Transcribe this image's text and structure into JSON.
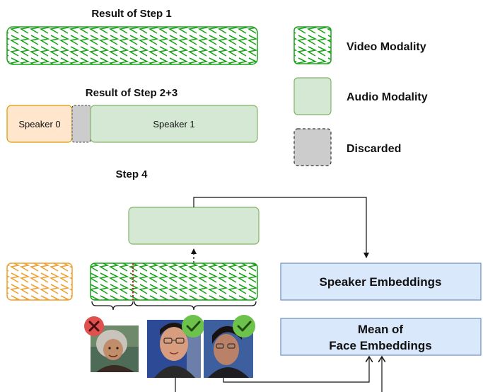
{
  "step1": {
    "title": "Result of Step 1"
  },
  "step23": {
    "title": "Result of Step 2+3",
    "speaker0": "Speaker 0",
    "speaker1": "Speaker 1"
  },
  "step4": {
    "title": "Step 4"
  },
  "legend": {
    "video": "Video Modality",
    "audio": "Audio Modality",
    "discarded": "Discarded"
  },
  "outputs": {
    "speaker_embeddings": "Speaker Embeddings",
    "face_line1": "Mean of",
    "face_line2": "Face Embeddings"
  },
  "colors": {
    "video_stroke": "#1aa31a",
    "video_other": "#f0a030",
    "audio_fill": "#d5e8d4",
    "audio_stroke": "#82b366",
    "speaker0_fill": "#ffe6cc",
    "speaker0_stroke": "#d79b00",
    "discard_fill": "#cccccc",
    "embed_fill": "#dae8fc",
    "embed_stroke": "#6c8ebf",
    "check": "#6cc24a",
    "cross": "#e0504f"
  },
  "icons": {
    "face1": "cross-icon",
    "face2": "check-icon",
    "face3": "check-icon"
  }
}
